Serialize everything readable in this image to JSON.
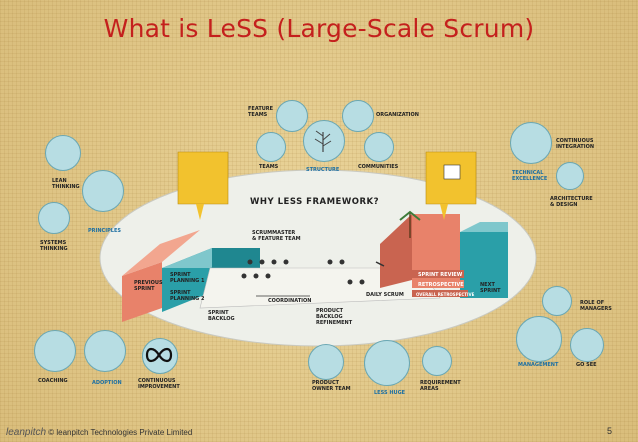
{
  "slide": {
    "title": "What is LeSS (Large-Scale Scrum)",
    "page_number": "5",
    "footer_brand": "leanpitch",
    "footer_text": "© leanpitch Technologies Private Limited"
  },
  "center": {
    "heading": "WHY LeSS FRAMEWORK?",
    "stages": {
      "previous_sprint": "PREVIOUS\nSPRINT",
      "sprint_planning_1": "SPRINT\nPLANNING 1",
      "sprint_planning_2": "SPRINT\nPLANNING 2",
      "sprint_backlog": "SPRINT\nBACKLOG",
      "scrummaster": "SCRUMMASTER\n& FEATURE TEAM",
      "coordination": "COORDINATION",
      "daily_scrum": "DAILY SCRUM",
      "product_backlog_refinement": "PRODUCT\nBACKLOG\nREFINEMENT",
      "sprint_review": "SPRINT REVIEW",
      "retrospective": "RETROSPECTIVE",
      "overall_retrospective": "OVERALL RETROSPECTIVE",
      "next_sprint": "NEXT\nSPRINT"
    }
  },
  "labels": {
    "feature_teams": "FEATURE\nTEAMS",
    "organization": "ORGANIZATION",
    "teams": "TEAMS",
    "structure": "STRUCTURE",
    "communities": "COMMUNITIES",
    "lean_thinking": "LEAN\nTHINKING",
    "principles": "PRINCIPLES",
    "systems_thinking": "SYSTEMS\nTHINKING",
    "continuous_integration": "CONTINUOUS\nINTEGRATION",
    "technical_excellence": "TECHNICAL\nEXCELLENCE",
    "architecture_design": "ARCHITECTURE\n& DESIGN",
    "role_of_managers": "ROLE OF\nMANAGERS",
    "management": "MANAGEMENT",
    "go_see": "GO SEE",
    "coaching": "COACHING",
    "adoption": "ADOPTION",
    "continuous_improvement": "CONTINUOUS\nIMPROVEMENT",
    "product_owner_team": "PRODUCT\nOWNER TEAM",
    "less_huge": "LESS HUGE",
    "requirement_areas": "REQUIREMENT\nAREAS"
  },
  "colors": {
    "title_red": "#c4201d",
    "teal": "#2a9fa8",
    "salmon": "#e8826a",
    "sticky_yellow": "#f2c22e",
    "circle_blue": "#b7dde3",
    "label_blue": "#1c6fa3"
  }
}
